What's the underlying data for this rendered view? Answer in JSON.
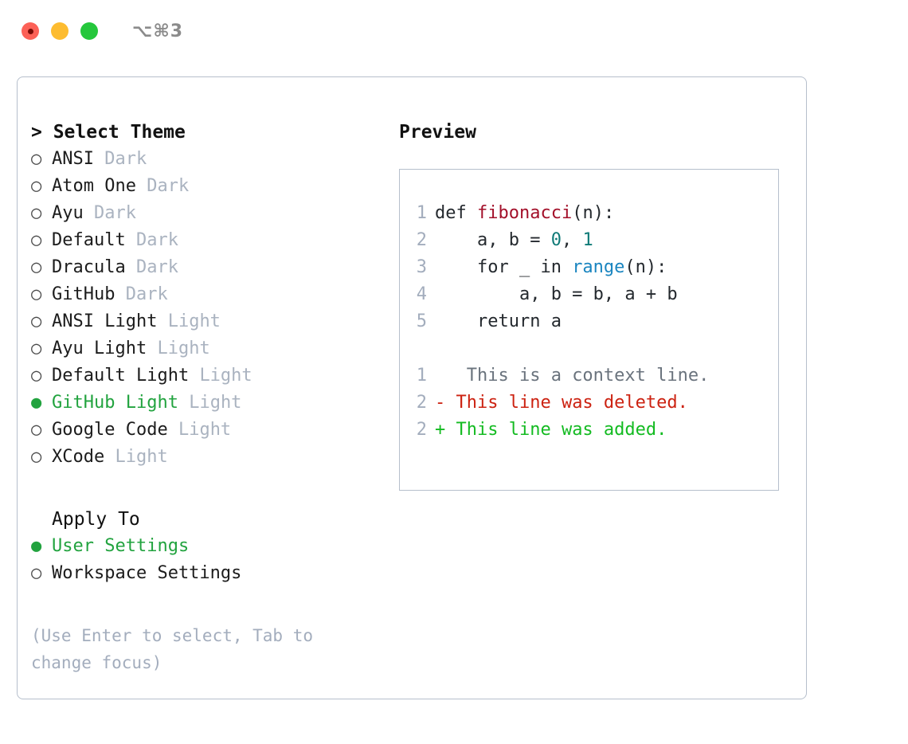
{
  "titlebar": {
    "shortcut": "⌥⌘3",
    "buttons": [
      {
        "name": "close",
        "color": "#fc6157"
      },
      {
        "name": "minimize",
        "color": "#fdbc30"
      },
      {
        "name": "maximize",
        "color": "#25c73c"
      }
    ]
  },
  "theme_section": {
    "header": "> Select Theme",
    "items": [
      {
        "marker": "○",
        "name": "ANSI",
        "kind": "Dark",
        "selected": false
      },
      {
        "marker": "○",
        "name": "Atom One",
        "kind": "Dark",
        "selected": false
      },
      {
        "marker": "○",
        "name": "Ayu",
        "kind": "Dark",
        "selected": false
      },
      {
        "marker": "○",
        "name": "Default",
        "kind": "Dark",
        "selected": false
      },
      {
        "marker": "○",
        "name": "Dracula",
        "kind": "Dark",
        "selected": false
      },
      {
        "marker": "○",
        "name": "GitHub",
        "kind": "Dark",
        "selected": false
      },
      {
        "marker": "○",
        "name": "ANSI Light",
        "kind": "Light",
        "selected": false
      },
      {
        "marker": "○",
        "name": "Ayu Light",
        "kind": "Light",
        "selected": false
      },
      {
        "marker": "○",
        "name": "Default Light",
        "kind": "Light",
        "selected": false
      },
      {
        "marker": "●",
        "name": "GitHub Light",
        "kind": "Light",
        "selected": true
      },
      {
        "marker": "○",
        "name": "Google Code",
        "kind": "Light",
        "selected": false
      },
      {
        "marker": "○",
        "name": "XCode",
        "kind": "Light",
        "selected": false
      }
    ]
  },
  "apply_section": {
    "header": "Apply To",
    "items": [
      {
        "marker": "●",
        "name": "User Settings",
        "selected": true
      },
      {
        "marker": "○",
        "name": "Workspace Settings",
        "selected": false
      }
    ]
  },
  "hint": "(Use Enter to select, Tab to change focus)",
  "preview": {
    "label": "Preview",
    "code_lines": [
      {
        "lineno": "1",
        "tokens": [
          {
            "text": "def ",
            "type": "plain"
          },
          {
            "text": "fibonacci",
            "type": "fn"
          },
          {
            "text": "(n):",
            "type": "plain"
          }
        ]
      },
      {
        "lineno": "2",
        "tokens": [
          {
            "text": "    a, b = ",
            "type": "plain"
          },
          {
            "text": "0",
            "type": "num"
          },
          {
            "text": ", ",
            "type": "plain"
          },
          {
            "text": "1",
            "type": "num"
          }
        ]
      },
      {
        "lineno": "3",
        "tokens": [
          {
            "text": "    for _ in ",
            "type": "plain"
          },
          {
            "text": "range",
            "type": "call"
          },
          {
            "text": "(n):",
            "type": "plain"
          }
        ]
      },
      {
        "lineno": "4",
        "tokens": [
          {
            "text": "        a, b = b, a + b",
            "type": "plain"
          }
        ]
      },
      {
        "lineno": "5",
        "tokens": [
          {
            "text": "    return a",
            "type": "plain"
          }
        ]
      }
    ],
    "diff_lines": [
      {
        "lineno": "1",
        "marker": " ",
        "text": "  This is a context line.",
        "type": "ctx"
      },
      {
        "lineno": "2",
        "marker": "-",
        "text": " This line was deleted.",
        "type": "del"
      },
      {
        "lineno": "2",
        "marker": "+",
        "text": " This line was added.",
        "type": "add"
      }
    ]
  },
  "colors": {
    "accent_green": "#22a33f",
    "muted": "#a3adbd",
    "border": "#b6bfcc",
    "code_fn": "#a3102a",
    "code_num": "#0f7a77",
    "code_call": "#1a85c0",
    "diff_del": "#cc2211",
    "diff_add": "#14bb22"
  }
}
